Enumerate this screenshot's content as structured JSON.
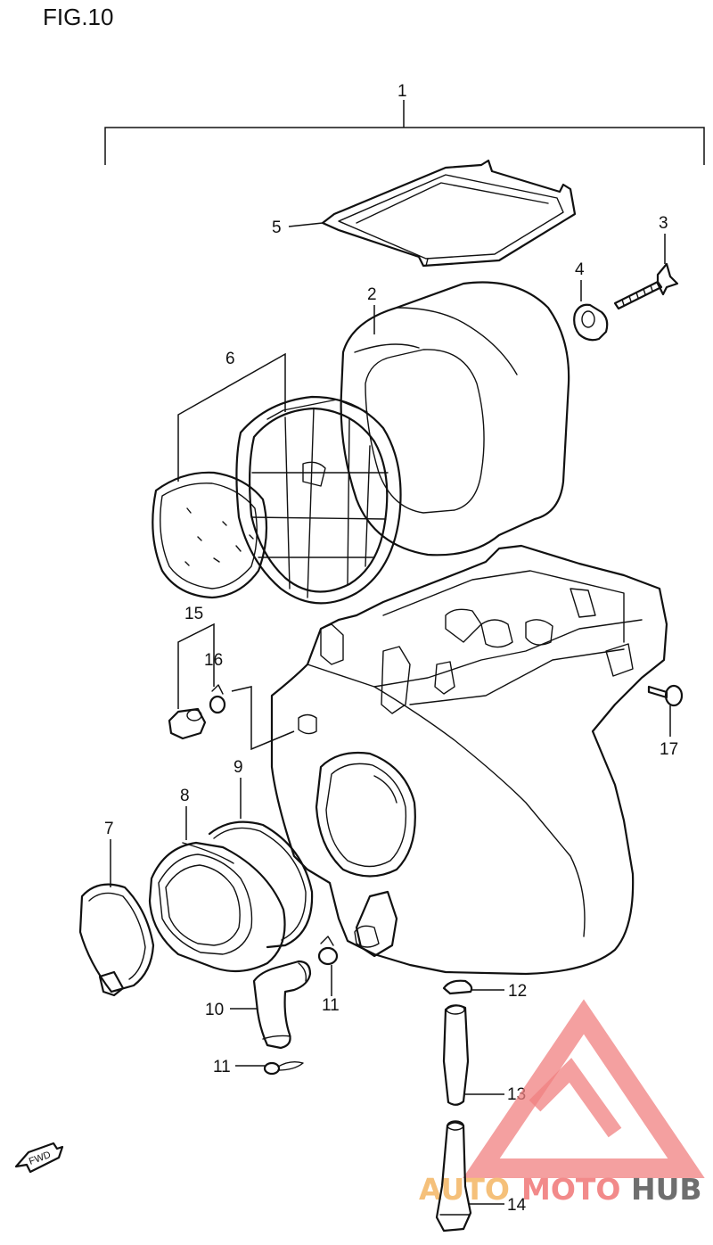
{
  "figure_title": "FIG.10",
  "callouts": {
    "c1": "1",
    "c2": "2",
    "c3": "3",
    "c4": "4",
    "c5": "5",
    "c6": "6",
    "c7": "7",
    "c8": "8",
    "c9": "9",
    "c10": "10",
    "c11a": "11",
    "c11b": "11",
    "c12": "12",
    "c13": "13",
    "c14": "14",
    "c15": "15",
    "c16": "16",
    "c17": "17"
  },
  "fwd_label": "FWD",
  "watermark": {
    "part1": "AUTO",
    "part2": "MOTO",
    "part3": "HUB",
    "colors": {
      "auto": "#f5c07a",
      "moto": "#f28a8a",
      "hub": "#6e6e6e",
      "triangle": "#f08080"
    }
  }
}
